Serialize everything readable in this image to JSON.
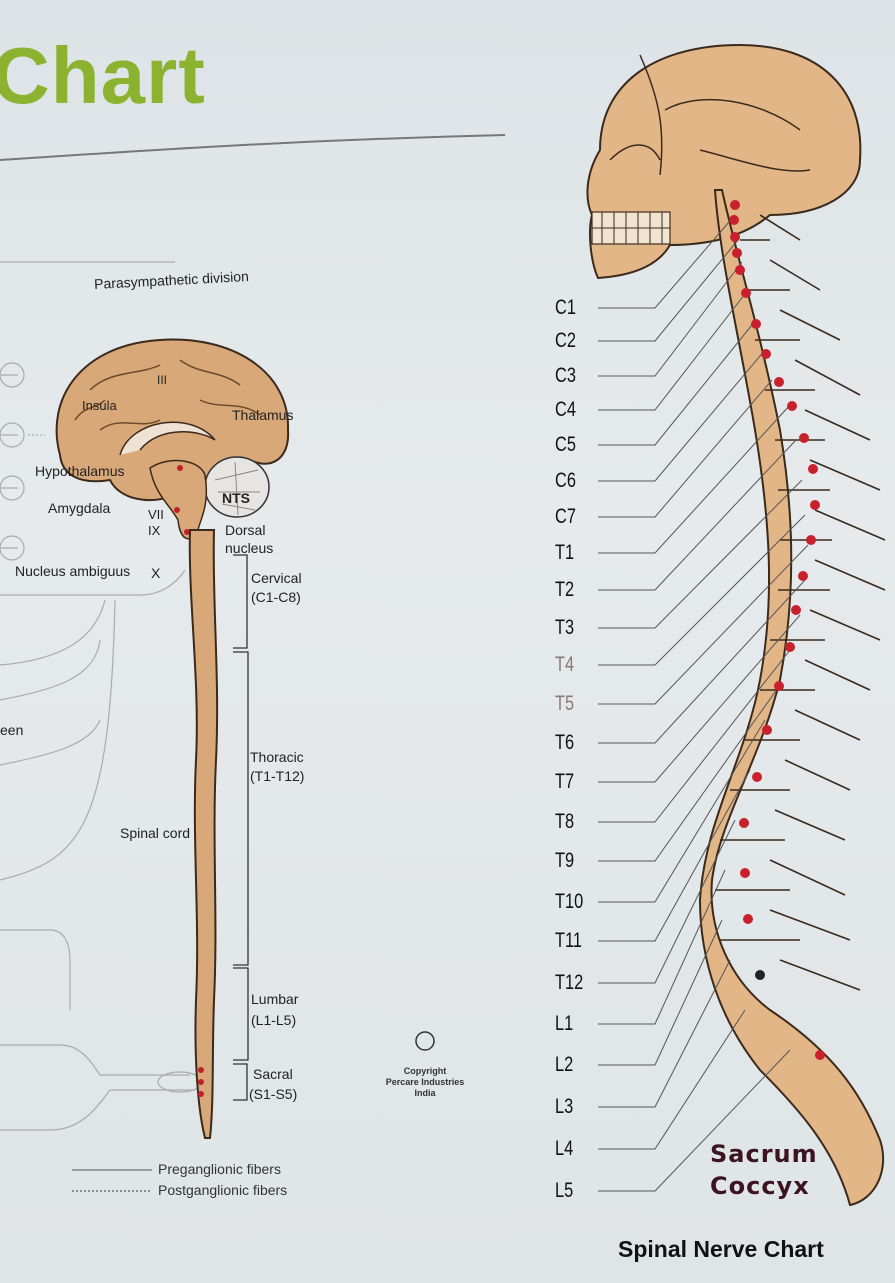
{
  "title": "Chart",
  "footer_title": "Spinal Nerve Chart",
  "copyright": {
    "symbol": "©",
    "line1": "Copyright",
    "line2": "Percare Industries",
    "line3": "India"
  },
  "left_labels": {
    "parasympathetic": "Parasympathetic division",
    "insula": "Insula",
    "iii": "III",
    "thalamus": "Thalamus",
    "hypothalamus": "Hypothalamus",
    "nts": "NTS",
    "amygdala": "Amygdala",
    "vii": "VII",
    "ix": "IX",
    "dorsal": "Dorsal",
    "nucleus": "nucleus",
    "nucleus_ambiguus": "Nucleus ambiguus",
    "x": "X",
    "cervical": "Cervical",
    "cervical_range": "(C1-C8)",
    "thoracic": "Thoracic",
    "thoracic_range": "(T1-T12)",
    "lumbar": "Lumbar",
    "lumbar_range": "(L1-L5)",
    "sacral": "Sacral",
    "sacral_range": "(S1-S5)",
    "spinal_cord": "Spinal cord",
    "een": "een",
    "preganglionic": "Preganglionic fibers",
    "postganglionic": "Postganglionic fibers"
  },
  "vertebrae": [
    "C1",
    "C2",
    "C3",
    "C4",
    "C5",
    "C6",
    "C7",
    "T1",
    "T2",
    "T3",
    "T4",
    "T5",
    "T6",
    "T7",
    "T8",
    "T9",
    "T10",
    "T11",
    "T12",
    "L1",
    "L2",
    "L3",
    "L4",
    "L5"
  ],
  "sacrum": "Sacrum",
  "coccyx": "Coccyx"
}
